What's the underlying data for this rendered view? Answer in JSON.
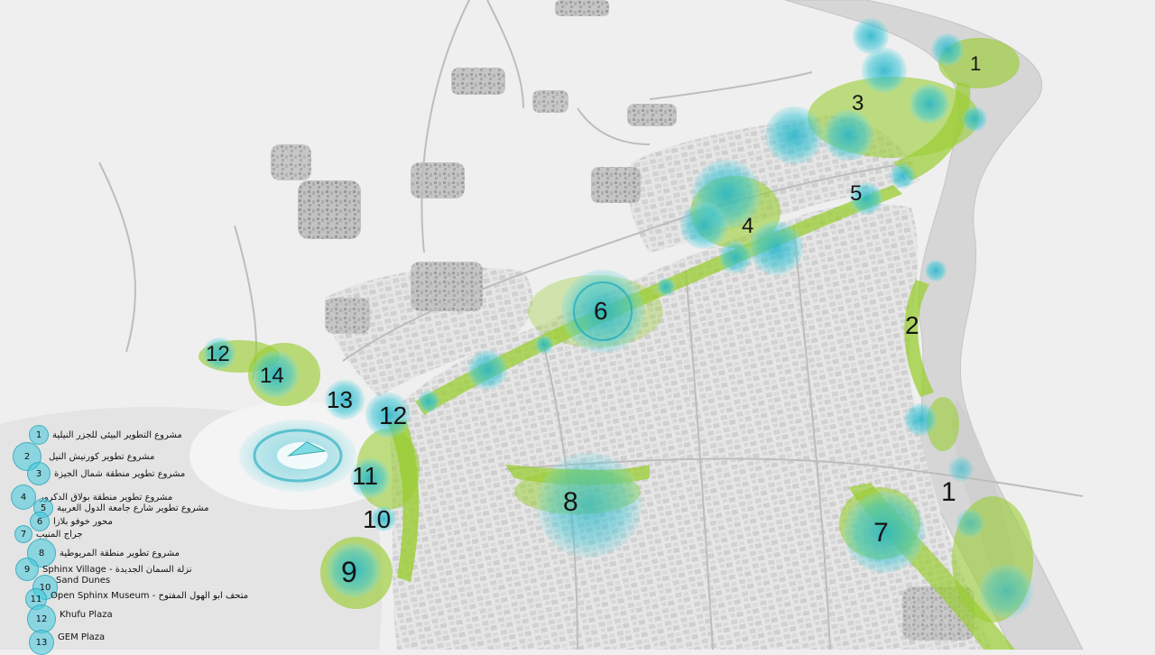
{
  "map": {
    "zones": [
      {
        "id": "z1a",
        "label": "1"
      },
      {
        "id": "z1b",
        "label": "1"
      },
      {
        "id": "z2",
        "label": "2"
      },
      {
        "id": "z3",
        "label": "3"
      },
      {
        "id": "z4",
        "label": "4"
      },
      {
        "id": "z5",
        "label": "5"
      },
      {
        "id": "z6",
        "label": "6"
      },
      {
        "id": "z7",
        "label": "7"
      },
      {
        "id": "z8",
        "label": "8"
      },
      {
        "id": "z9",
        "label": "9"
      },
      {
        "id": "z10",
        "label": "10"
      },
      {
        "id": "z11",
        "label": "11"
      },
      {
        "id": "z12a",
        "label": "12"
      },
      {
        "id": "z12b",
        "label": "12"
      },
      {
        "id": "z13",
        "label": "13"
      },
      {
        "id": "z14",
        "label": "14"
      }
    ],
    "colors": {
      "background": "#efefef",
      "river": "#d4d4d4",
      "green_zone": "#9acd32",
      "cyan_node": "#3cc7d6",
      "city_blocks": "#e4e4e4",
      "roads": "#b8b8b8",
      "buildings": "#9a9a9a"
    }
  },
  "legend": {
    "items": [
      {
        "num": "1",
        "label": "مشروع التطوير البيئى للجزر النيلية"
      },
      {
        "num": "2",
        "label": "مشروع تطوير كورنيش النيل"
      },
      {
        "num": "3",
        "label": "مشروع تطوير منطقة شمال الجيزة"
      },
      {
        "num": "4",
        "label": "مشروع تطوير منطقة بولاق الدكرور"
      },
      {
        "num": "5",
        "label": "مشروع تطوير شارع جامعة الدول العربية"
      },
      {
        "num": "6",
        "label": "محور خوفو بلازا"
      },
      {
        "num": "7",
        "label": "جراج المنيب"
      },
      {
        "num": "8",
        "label": "مشروع تطوير منطقة المريوطية"
      },
      {
        "num": "9",
        "label": "Sphinx Village - نزلة السمان الجديدة"
      },
      {
        "num": "10",
        "label": "Sand Dunes"
      },
      {
        "num": "11",
        "label": "Open Sphinx Museum - متحف ابو الهول المفتوح"
      },
      {
        "num": "12",
        "label": "Khufu Plaza"
      },
      {
        "num": "13",
        "label": "GEM Plaza"
      }
    ]
  }
}
